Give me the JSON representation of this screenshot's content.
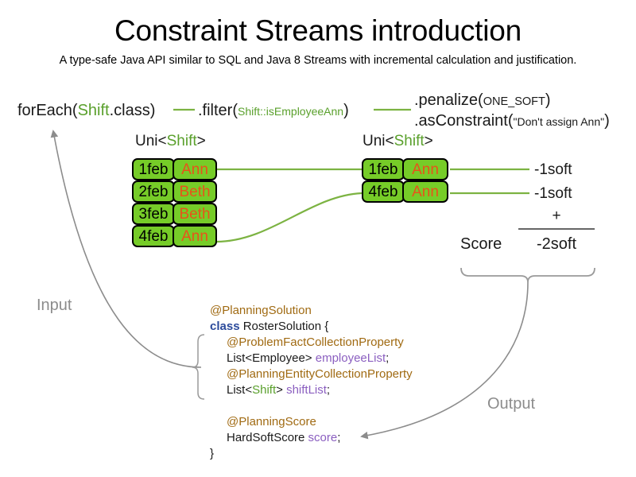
{
  "header": {
    "title": "Constraint Streams introduction",
    "subtitle": "A type-safe Java API similar to SQL and Java 8 Streams with incremental calculation and justification."
  },
  "pipeline": {
    "foreach": {
      "method": "forEach(",
      "type": "Shift",
      "tail": ".class)"
    },
    "filter": {
      "method": ".filter(",
      "arg": "Shift::isEmployeeAnn",
      "tail": ")"
    },
    "penalize": {
      "method": ".penalize(",
      "arg": "ONE_SOFT",
      "tail": ")"
    },
    "asconstraint": {
      "method": ".asConstraint(",
      "arg": "\"Don't assign Ann\"",
      "tail": ")"
    }
  },
  "streams": {
    "left_caption": {
      "prefix": "Uni<",
      "type": "Shift",
      "suffix": ">"
    },
    "right_caption": {
      "prefix": "Uni<",
      "type": "Shift",
      "suffix": ">"
    },
    "left_rows": [
      {
        "date": "1feb",
        "employee": "Ann"
      },
      {
        "date": "2feb",
        "employee": "Beth"
      },
      {
        "date": "3feb",
        "employee": "Beth"
      },
      {
        "date": "4feb",
        "employee": "Ann"
      }
    ],
    "right_rows": [
      {
        "date": "1feb",
        "employee": "Ann",
        "score": "-1soft"
      },
      {
        "date": "4feb",
        "employee": "Ann",
        "score": "-1soft"
      }
    ]
  },
  "score": {
    "label": "Score",
    "operator": "+",
    "total": "-2soft"
  },
  "code": {
    "lines": [
      {
        "indent": 0,
        "parts": [
          {
            "t": "@PlanningSolution",
            "c": "ann"
          }
        ]
      },
      {
        "indent": 0,
        "parts": [
          {
            "t": "class",
            "c": "kw"
          },
          {
            "t": " RosterSolution {",
            "c": ""
          }
        ]
      },
      {
        "indent": 1,
        "parts": [
          {
            "t": "@ProblemFactCollectionProperty",
            "c": "ann"
          }
        ]
      },
      {
        "indent": 1,
        "parts": [
          {
            "t": "List<Employee> ",
            "c": ""
          },
          {
            "t": "employeeList",
            "c": "fld"
          },
          {
            "t": ";",
            "c": ""
          }
        ]
      },
      {
        "indent": 1,
        "parts": [
          {
            "t": "@PlanningEntityCollectionProperty",
            "c": "ann"
          }
        ]
      },
      {
        "indent": 1,
        "parts": [
          {
            "t": "List<",
            "c": ""
          },
          {
            "t": "Shift",
            "c": "grn"
          },
          {
            "t": "> ",
            "c": ""
          },
          {
            "t": "shiftList",
            "c": "fld"
          },
          {
            "t": ";",
            "c": ""
          }
        ]
      },
      {
        "indent": 0,
        "parts": [
          {
            "t": " ",
            "c": ""
          }
        ]
      },
      {
        "indent": 1,
        "parts": [
          {
            "t": "@PlanningScore",
            "c": "ann"
          }
        ]
      },
      {
        "indent": 1,
        "parts": [
          {
            "t": "HardSoftScore ",
            "c": ""
          },
          {
            "t": "score",
            "c": "fld"
          },
          {
            "t": ";",
            "c": ""
          }
        ]
      },
      {
        "indent": 0,
        "parts": [
          {
            "t": "}",
            "c": ""
          }
        ]
      }
    ]
  },
  "flow": {
    "input_label": "Input",
    "output_label": "Output"
  },
  "colors": {
    "shift_fill": "#76cc28",
    "employee_text": "#e8531a",
    "type_green": "#5aa02c",
    "annotation": "#a06a12",
    "keyword": "#2b4a9b",
    "field": "#8b5fc0",
    "flow_gray": "#8c8c8c",
    "connector_green": "#7cb342"
  }
}
